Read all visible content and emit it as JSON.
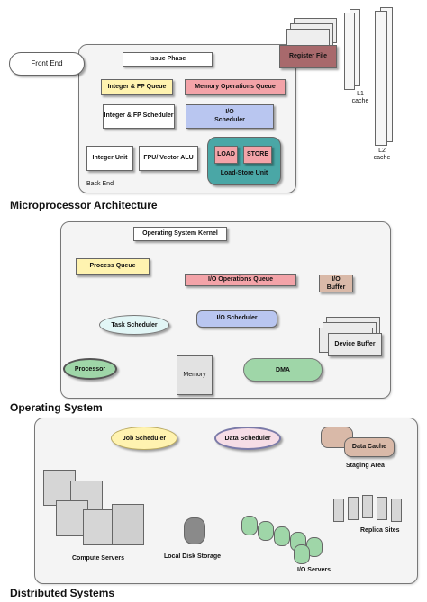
{
  "cpu": {
    "front_end": "Front End",
    "issue_phase": "Issue Phase",
    "register_file": "Register File",
    "int_fp_queue": "Integer & FP Queue",
    "mem_ops_queue": "Memory Operations Queue",
    "int_fp_scheduler": "Integer & FP Scheduler",
    "io_scheduler": "I/O Scheduler",
    "integer_unit": "Integer Unit",
    "fpu_alu": "FPU/ Vector ALU",
    "load": "LOAD",
    "store": "STORE",
    "load_store_unit": "Load-Store Unit",
    "back_end": "Back End",
    "l1_cache": "L1 cache",
    "l2_cache": "L2 cache",
    "title": "Microprocessor Architecture"
  },
  "os": {
    "kernel": "Operating System Kernel",
    "process_queue": "Process Queue",
    "io_ops_queue": "I/O Operations Queue",
    "io_buffer": "I/O Buffer",
    "task_scheduler": "Task Scheduler",
    "io_scheduler": "I/O Scheduler",
    "device_buffer": "Device Buffer",
    "processor": "Processor",
    "memory": "Memory",
    "dma": "DMA",
    "title": "Operating System"
  },
  "dist": {
    "job_scheduler": "Job Scheduler",
    "data_scheduler": "Data Scheduler",
    "data_cache": "Data Cache",
    "staging_area": "Staging Area",
    "replica_sites": "Replica Sites",
    "compute_servers": "Compute Servers",
    "local_disk_storage": "Local Disk Storage",
    "io_servers": "I/O Servers",
    "title": "Distributed Systems"
  },
  "colors": {
    "yellow": "#fff3b0",
    "pink": "#f3a3a8",
    "blue": "#b9c6f0",
    "teal": "#4aa7a6",
    "green": "#9fd6a8",
    "brown": "#8a4a2a"
  }
}
